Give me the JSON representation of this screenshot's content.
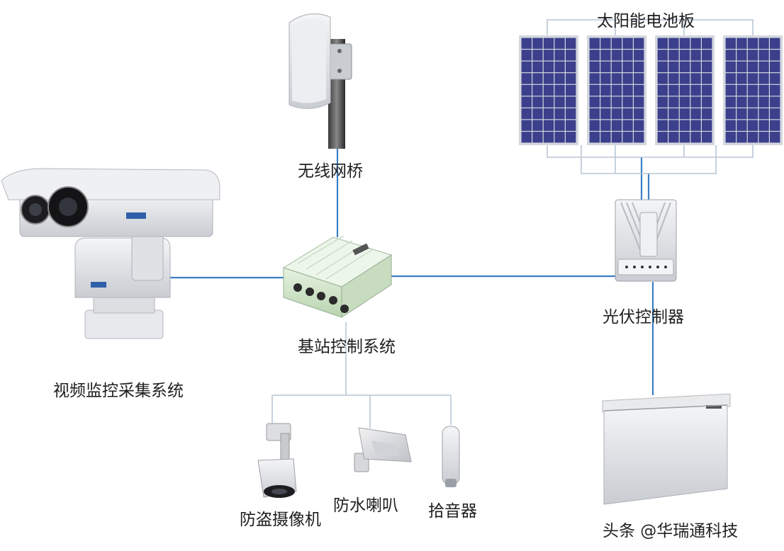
{
  "labels": {
    "solar_panels": "太阳能电池板",
    "wireless_bridge": "无线网桥",
    "pv_controller": "光伏控制器",
    "base_station": "基站控制系统",
    "video_system": "视频监控采集系统",
    "anti_theft_camera": "防盗摄像机",
    "waterproof_speaker": "防水喇叭",
    "pickup": "拾音器"
  },
  "watermark": "头条 @华瑞通科技",
  "colors": {
    "link_line": "#3b7fc4",
    "panel_line": "#b9c6d6",
    "panel_cell": "#3b3f8c",
    "device_body": "#e4e6ea",
    "enclosure_green": "#d6e8d0"
  }
}
